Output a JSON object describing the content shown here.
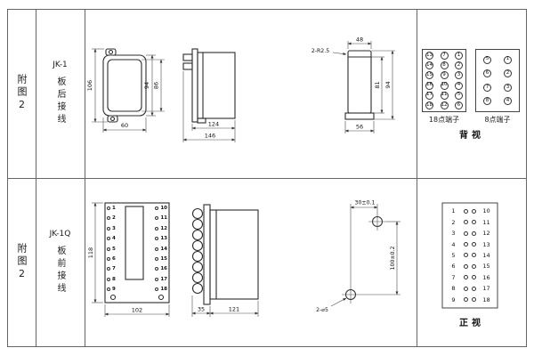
{
  "colors": {
    "grid_line": "#666666",
    "object_line": "#2b2b2b",
    "dim_line": "#4a4a4a",
    "text": "#111111",
    "background": "#ffffff"
  },
  "rows": {
    "back_wiring": {
      "fig_label": "附图2",
      "model": "JK-1",
      "wiring_label": "板后接线",
      "front_view_dims": {
        "total_height": "106",
        "body_height": "94",
        "inner_height": "86",
        "width": "60"
      },
      "side_view_dims": {
        "body_depth": "124",
        "total_depth": "146"
      },
      "end_view_dims": {
        "corner_radius": "2-R2.5",
        "top_width": "48",
        "inner_height": "81",
        "height": "94",
        "base_width": "56"
      },
      "terminal_block_18": {
        "label": "18点端子",
        "rows": [
          [
            "13",
            "7",
            "1"
          ],
          [
            "14",
            "8",
            "2"
          ],
          [
            "15",
            "9",
            "3"
          ],
          [
            "16",
            "10",
            "4"
          ],
          [
            "17",
            "11",
            "5"
          ],
          [
            "18",
            "12",
            "6"
          ]
        ]
      },
      "terminal_block_8": {
        "label": "8点端子",
        "rows": [
          [
            "5",
            "1"
          ],
          [
            "6",
            "2"
          ],
          [
            "7",
            "3"
          ],
          [
            "8",
            "4"
          ]
        ]
      },
      "view_label": "背视"
    },
    "front_wiring": {
      "fig_label": "附图2",
      "model": "JK-1Q",
      "wiring_label": "板前接线",
      "front_view_dims": {
        "height": "118",
        "width": "102"
      },
      "front_view_terminal_rows": [
        [
          "1",
          "10"
        ],
        [
          "2",
          "11"
        ],
        [
          "3",
          "12"
        ],
        [
          "4",
          "13"
        ],
        [
          "5",
          "14"
        ],
        [
          "6",
          "15"
        ],
        [
          "7",
          "16"
        ],
        [
          "8",
          "17"
        ],
        [
          "9",
          "18"
        ]
      ],
      "side_view_dims": {
        "flange_depth": "35",
        "body_depth": "121"
      },
      "mounting_dims": {
        "hole_h_spacing": "30±0.1",
        "hole_v_spacing": "100±0.2",
        "hole_spec": "2-⌀5"
      },
      "terminal_table": {
        "rows": [
          [
            "1",
            "10"
          ],
          [
            "2",
            "11"
          ],
          [
            "3",
            "12"
          ],
          [
            "4",
            "13"
          ],
          [
            "5",
            "14"
          ],
          [
            "6",
            "15"
          ],
          [
            "7",
            "16"
          ],
          [
            "8",
            "17"
          ],
          [
            "9",
            "18"
          ]
        ],
        "view_label": "正视"
      }
    }
  }
}
